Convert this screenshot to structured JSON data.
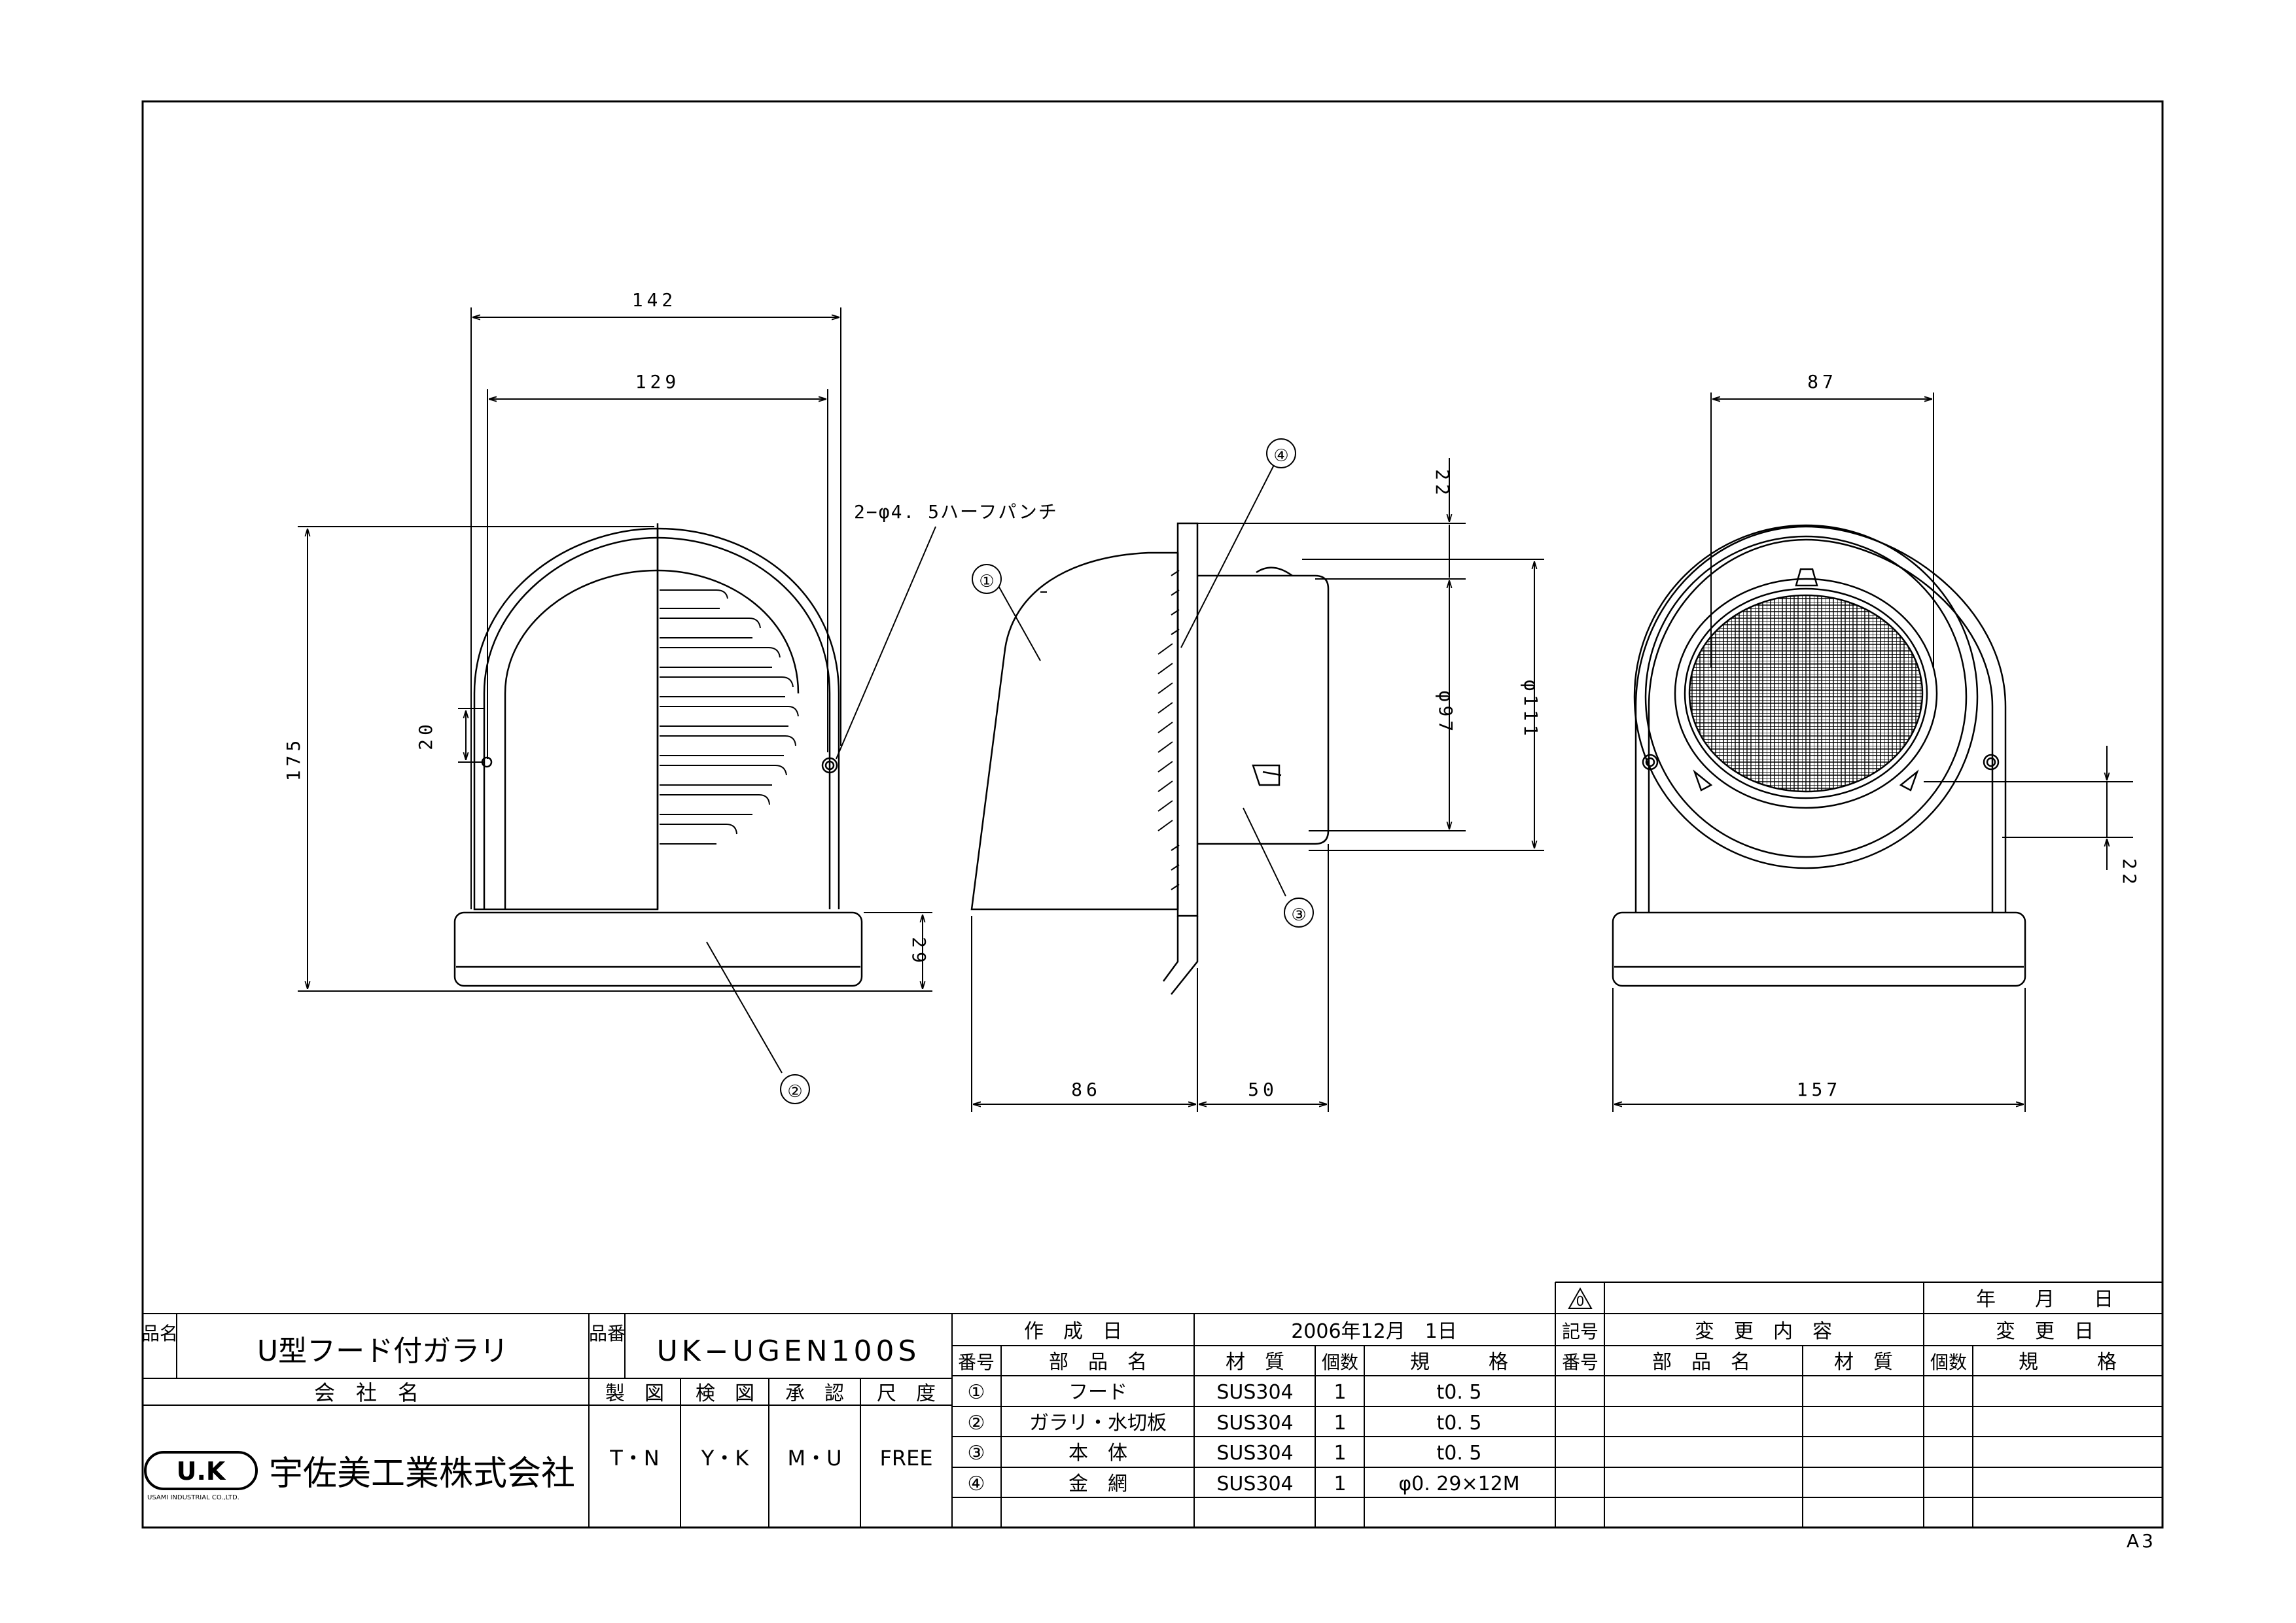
{
  "drawing": {
    "dimensions": {
      "front_width_outer": "142",
      "front_width_inner": "129",
      "front_height": "175",
      "front_base_height": "29",
      "front_hole_pitch": "20",
      "hole_note": "2−φ4. 5ハーフパンチ",
      "side_depth_hood": "86",
      "side_depth_body": "50",
      "side_top_offset": "22",
      "side_dia_inner": "φ97",
      "side_dia_outer": "φ111",
      "rear_top_width": "87",
      "rear_base_width": "157",
      "rear_offset": "22"
    },
    "callouts": [
      "①",
      "②",
      "③",
      "④"
    ]
  },
  "title_block": {
    "name_label": "品名",
    "product_name": "U型フード付ガラリ",
    "number_label": "品番",
    "product_number": "UK−UGEN100S",
    "company_header": "会　社　名",
    "company_logo": "U.K",
    "company_logo_sub": "USAMI INDUSTRIAL CO.,LTD.",
    "company_name": "宇佐美工業株式会社",
    "approval_headers": [
      "製　図",
      "検　図",
      "承　認",
      "尺　度"
    ],
    "approval_values": [
      "T・N",
      "Y・K",
      "M・U",
      "FREE"
    ],
    "created_label": "作　成　日",
    "created_date": "2006年12月　1日",
    "parts_headers": [
      "番号",
      "部　品　名",
      "材　質",
      "個数",
      "規　　　格"
    ],
    "parts": [
      {
        "no": "①",
        "name": "フード",
        "material": "SUS304",
        "qty": "1",
        "spec": "t0. 5"
      },
      {
        "no": "②",
        "name": "ガラリ・水切板",
        "material": "SUS304",
        "qty": "1",
        "spec": "t0. 5"
      },
      {
        "no": "③",
        "name": "本　体",
        "material": "SUS304",
        "qty": "1",
        "spec": "t0. 5"
      },
      {
        "no": "④",
        "name": "金　網",
        "material": "SUS304",
        "qty": "1",
        "spec": "φ0. 29×12M"
      }
    ],
    "revision": {
      "symbol": "0",
      "header": "変　更　内　容",
      "date_header": "年　　月　　日",
      "change_date_header": "変　更　日",
      "cols": [
        "記号",
        "番号",
        "部　品　名",
        "材　質",
        "個数",
        "規　　　格"
      ]
    },
    "sheet_size": "A3"
  }
}
